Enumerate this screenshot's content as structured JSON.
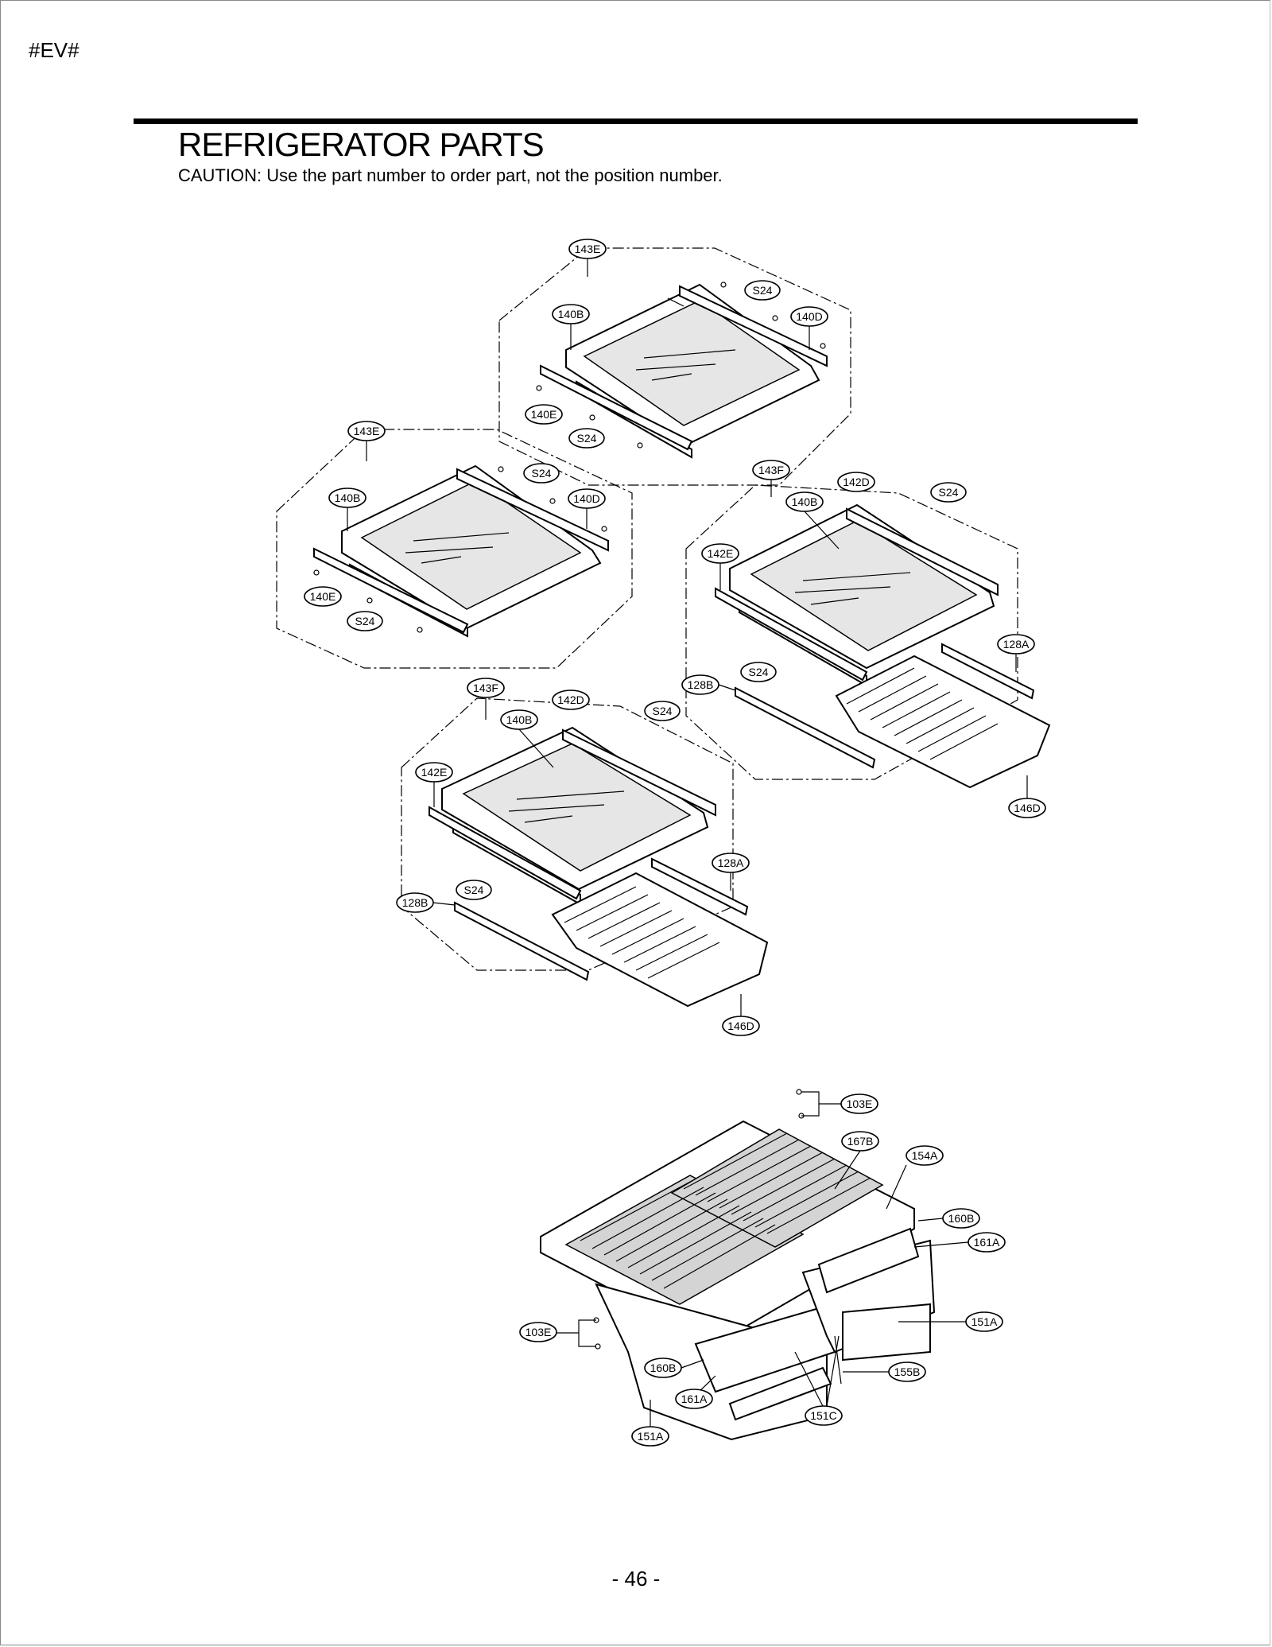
{
  "header": {
    "model_code": "#EV#",
    "title": "REFRIGERATOR PARTS",
    "caution": "CAUTION: Use the part number to order part, not the position number."
  },
  "footer": {
    "page_number": "- 46 -"
  },
  "callouts": {
    "a1": "143E",
    "a2": "S24",
    "a3": "140B",
    "a4": "140D",
    "a5": "140E",
    "a6": "S24",
    "b1": "143E",
    "b2": "S24",
    "b3": "140B",
    "b4": "140D",
    "b5": "140E",
    "b6": "S24",
    "c1": "143F",
    "c2": "142D",
    "c3": "S24",
    "c4": "140B",
    "c5": "142E",
    "c6": "S24",
    "c7": "128A",
    "c8": "128B",
    "c9": "146D",
    "d1": "143F",
    "d2": "142D",
    "d3": "S24",
    "d4": "140B",
    "d5": "142E",
    "d6": "S24",
    "d7": "128A",
    "d8": "128B",
    "d9": "146D",
    "e1": "103E",
    "e2": "167B",
    "e3": "154A",
    "e4": "160B",
    "e5": "161A",
    "e6": "151A",
    "e7": "103E",
    "e8": "160B",
    "e9": "161A",
    "e10": "151A",
    "e11": "155B",
    "e12": "151C"
  }
}
